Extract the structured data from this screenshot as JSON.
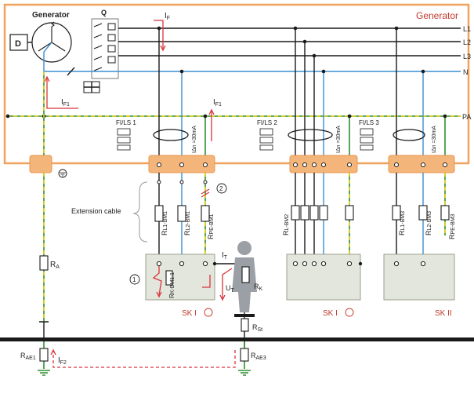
{
  "header": {
    "title": "Generator",
    "generator_label": "Generator",
    "generator_symbol": "D",
    "switch_label": "Q"
  },
  "lines": {
    "l1": "L1",
    "l2": "L2",
    "l3": "L3",
    "n": "N",
    "pa": "PA"
  },
  "currents": {
    "i_f": "I",
    "i_f_sub": "F",
    "i_f1_left": "I",
    "i_f1_left_sub": "F1",
    "i_f1_mid": "I",
    "i_f1_mid_sub": "F1",
    "i_f2": "I",
    "i_f2_sub": "F2",
    "i_t": "I",
    "i_t_sub": "T",
    "u_t": "U",
    "u_t_sub": "T"
  },
  "rcd": {
    "fi1": "FI/LS 1",
    "fi2": "FI/LS 2",
    "fi3": "FI/LS 3",
    "idn1": "I",
    "idn2": "I",
    "idn3": "I",
    "idn_sub": "Δn",
    "idn_value": " =30mA"
  },
  "labels": {
    "extension_cable": "Extension cable",
    "marker1": "1",
    "marker2": "2",
    "sk1_left": "SK I",
    "sk1_right": "SK I",
    "sk2": "SK II"
  },
  "resistors": {
    "ra": "R",
    "ra_sub": "A",
    "rk": "R",
    "rk_sub": "K",
    "rst": "R",
    "rst_sub": "St",
    "rae1": "R",
    "rae1_sub": "AE1",
    "rae3": "R",
    "rae3_sub": "AE3",
    "rl1_bm1": "R",
    "rl1_bm1_sub": "L1-BM1",
    "rl2_bm1": "R",
    "rl2_bm1_sub": "L2-BM1",
    "rpe_bm1": "R",
    "rpe_bm1_sub": "PE-BM1",
    "rk_bm1": "R",
    "rk_bm1_sub": "K-BM1.1",
    "rl_bm2": "R",
    "rl_bm2_sub": "L-BM2",
    "rl1_bm3": "R",
    "rl1_bm3_sub": "L1-BM3",
    "rl2_bm3": "R",
    "rl2_bm3_sub": "L2-BM3",
    "rpe_bm3": "R",
    "rpe_bm3_sub": "PE-BM3"
  },
  "colors": {
    "frame_orange": "#f0a35e",
    "neutral_blue": "#3a8fd0",
    "pe_green": "#2f8f2f",
    "pe_yellow": "#e6d21a",
    "fault_red": "#d8343a",
    "equipment_fill": "#e3e6dc"
  }
}
